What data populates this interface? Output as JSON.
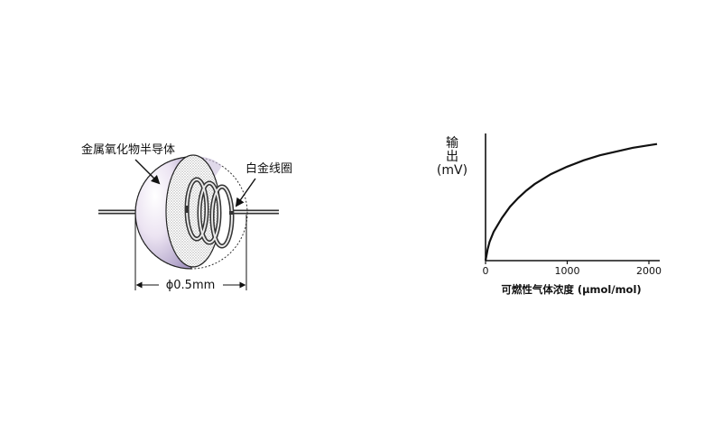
{
  "sensor_diagram": {
    "label_semiconductor": "金属氧化物半导体",
    "label_coil": "白金线圈",
    "dimension_label": "ϕ0.5mm"
  },
  "chart_data": {
    "type": "line",
    "ylabel_line1": "输",
    "ylabel_line2": "出",
    "ylabel_unit": "(mV)",
    "xlabel": "可燃性气体浓度 (μmol/mol)",
    "x_ticks": [
      0,
      1000,
      2000
    ],
    "x_tick_labels": [
      "0",
      "1000",
      "2000"
    ],
    "xlim": [
      0,
      2100
    ],
    "ylim": [
      0,
      1
    ],
    "series": [
      {
        "x": [
          0,
          25,
          50,
          100,
          200,
          300,
          400,
          500,
          600,
          700,
          800,
          1000,
          1200,
          1400,
          1600,
          1800,
          2000,
          2100
        ],
        "y": [
          0,
          0.09,
          0.15,
          0.23,
          0.34,
          0.43,
          0.5,
          0.56,
          0.61,
          0.65,
          0.69,
          0.75,
          0.8,
          0.84,
          0.87,
          0.9,
          0.92,
          0.93
        ]
      }
    ],
    "grid": false
  }
}
